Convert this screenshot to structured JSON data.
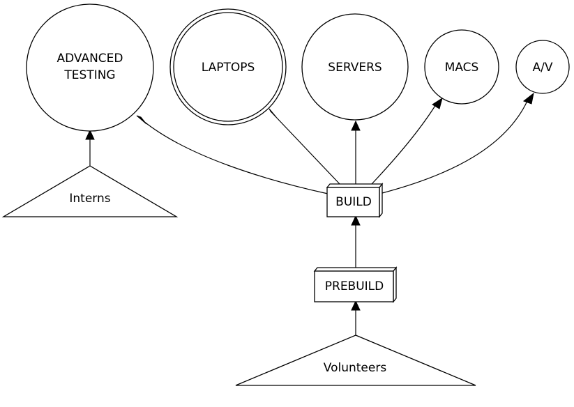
{
  "nodes": {
    "advanced_testing": {
      "line1": "ADVANCED",
      "line2": "TESTING",
      "shape": "circle"
    },
    "laptops": {
      "label": "LAPTOPS",
      "shape": "double-circle"
    },
    "servers": {
      "label": "SERVERS",
      "shape": "circle"
    },
    "macs": {
      "label": "MACS",
      "shape": "circle"
    },
    "av": {
      "label": "A/V",
      "shape": "circle"
    },
    "build": {
      "label": "BUILD",
      "shape": "box3d"
    },
    "prebuild": {
      "label": "PREBUILD",
      "shape": "box3d"
    },
    "interns": {
      "label": "Interns",
      "shape": "triangle"
    },
    "volunteers": {
      "label": "Volunteers",
      "shape": "triangle"
    }
  },
  "edges": [
    {
      "from": "interns",
      "to": "advanced_testing"
    },
    {
      "from": "build",
      "to": "advanced_testing"
    },
    {
      "from": "build",
      "to": "laptops"
    },
    {
      "from": "build",
      "to": "servers"
    },
    {
      "from": "build",
      "to": "macs"
    },
    {
      "from": "build",
      "to": "av"
    },
    {
      "from": "prebuild",
      "to": "build"
    },
    {
      "from": "volunteers",
      "to": "prebuild"
    }
  ],
  "colors": {
    "stroke": "#000000",
    "fill": "#ffffff",
    "background": "#ffffff"
  }
}
